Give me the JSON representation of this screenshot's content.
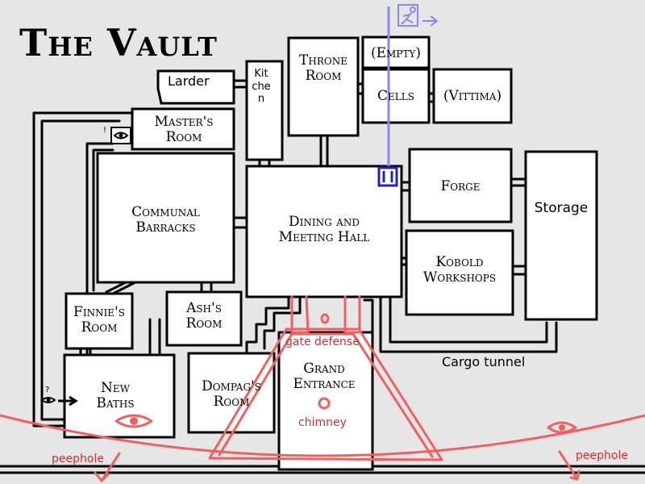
{
  "map": {
    "title": "The Vault",
    "rooms": {
      "larder": "Larder",
      "kitchen": "Kitchen",
      "throne_room_line1": "Throne",
      "throne_room_line2": "Room",
      "empty": "(Empty)",
      "cells": "Cells",
      "vittima": "(Vittima)",
      "masters_room_line1": "Master's",
      "masters_room_line2": "Room",
      "communal_barracks_line1": "Communal",
      "communal_barracks_line2": "Barracks",
      "dining_hall_line1": "Dining and",
      "dining_hall_line2": "Meeting Hall",
      "forge": "Forge",
      "storage": "Storage",
      "kobold_workshops_line1": "Kobold",
      "kobold_workshops_line2": "Workshops",
      "finnies_room_line1": "Finnie's",
      "finnies_room_line2": "Room",
      "ashs_room_line1": "Ash's",
      "ashs_room_line2": "Room",
      "new_baths_line1": "New",
      "new_baths_line2": "Baths",
      "dompags_room_line1": "Dompag's",
      "dompags_room_line2": "Room",
      "grand_entrance_line1": "Grand",
      "grand_entrance_line2": "Entrance"
    },
    "annotations": {
      "gate_defense": "gate defense",
      "chimney": "chimney",
      "cargo_tunnel": "Cargo tunnel",
      "peephole_left": "peephole",
      "peephole_right": "peephole",
      "exclamation": "!",
      "question": "?"
    },
    "colors": {
      "background": "#e6e6e6",
      "room_fill": "#ffffff",
      "wall": "#000000",
      "defense_red": "#f06060",
      "marker_blue": "#2020c8",
      "exit_path_blue": "#8a8ae8"
    },
    "icons": [
      "eye-icon",
      "running-figure-icon",
      "arrow-right-icon",
      "door-marker-icon"
    ]
  }
}
